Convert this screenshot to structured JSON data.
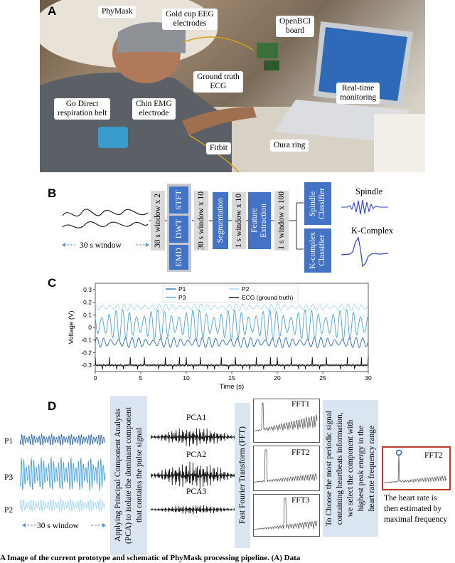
{
  "panels": {
    "a": "A",
    "b": "B",
    "c": "C",
    "d": "D"
  },
  "panel_a": {
    "callouts": {
      "phymask": "PhyMask",
      "gold_cup": "Gold cup EEG\nelectrodes",
      "openbci": "OpenBCI\nboard",
      "ground_truth_ecg": "Ground truth\nECG",
      "real_time": "Real-time\nmonitoring",
      "go_direct": "Go Direct\nrespiration belt",
      "chin_emg": "Chin EMG\nelectrode",
      "fitbit": "Fitbit",
      "oura": "Oura ring"
    }
  },
  "panel_b": {
    "window_label": "30 s window",
    "boxes": {
      "win_x2": "30 s window x 2",
      "stft": "STFT",
      "dwt": "DWT",
      "emd": "EMD",
      "win_x10": "30 s window x 10",
      "segmentation": "Segmentation",
      "one_s_x10": "1 s window x 10",
      "feature": "Feature\nExtraction",
      "one_s_x100": "1 s window x 100",
      "spindle_classifier": "Spindle\nClassifier",
      "kcomplex_classifier": "K-complex\nClassifier"
    },
    "outputs": {
      "spindle": "Spindle",
      "kcomplex": "K-Complex"
    }
  },
  "panel_d": {
    "p_labels": [
      "P1",
      "P3",
      "P2"
    ],
    "window_label": "30 s window",
    "pca_text": "Applying Principal Component Analysis\n(PCA) to isolate the dominant component\nthat contains the pulse signal",
    "pca_labels": [
      "PCA1",
      "PCA2",
      "PCA3"
    ],
    "fft_text": "Fast Fourier Transform (FFT)",
    "fft_labels": [
      "FFT1",
      "FFT2",
      "FFT3"
    ],
    "choose_text": "To Choose the most periodic signal\ncontaining heartbeats information,\nwe select the component with\nhighest peak energy in the\nheart rate frequency range",
    "result_label": "FFT2",
    "result_text": "The heart rate is\nthen estimated by\nmaximal frequency"
  },
  "caption": "A Image of the current prototype and schematic of PhyMask processing pipeline. (A) Data",
  "chart_data": {
    "type": "line",
    "xlabel": "Time (s)",
    "ylabel": "Voltage (V)",
    "xlim": [
      0,
      30
    ],
    "ylim": [
      -0.35,
      0.35
    ],
    "xticks": [
      0,
      5,
      10,
      15,
      20,
      25,
      30
    ],
    "yticks": [
      0.3,
      0.2,
      0.1,
      0,
      -0.1,
      -0.2,
      -0.3
    ],
    "series": [
      {
        "name": "P1",
        "color": "#2e6bb5",
        "offset": -0.12,
        "amplitude": 0.03
      },
      {
        "name": "P2",
        "color": "#a9d8f2",
        "offset": 0.16,
        "amplitude": 0.02
      },
      {
        "name": "P3",
        "color": "#4da3dc",
        "offset": 0.02,
        "amplitude": 0.09
      },
      {
        "name": "ECG (ground truth)",
        "color": "#111111",
        "offset": -0.3,
        "amplitude": 0.04
      }
    ],
    "legend": "top-center",
    "grid": false
  },
  "colors": {
    "blue_box": "#4472c4",
    "gray_box": "#d9d9d9",
    "highlight": "#c0392b"
  }
}
